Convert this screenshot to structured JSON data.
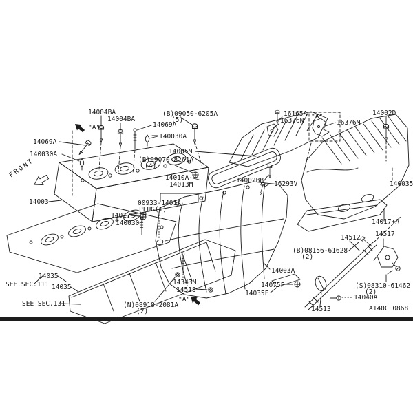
{
  "diagram": {
    "kind": "exploded-parts-view",
    "colors": {
      "line": "#1c1c1c",
      "background": "#ffffff"
    }
  },
  "labels": [
    {
      "name": "part-14004BA-a",
      "text": "14004BA"
    },
    {
      "name": "part-14004BA-b",
      "text": "14004BA"
    },
    {
      "name": "part-09050-6205A",
      "text": "(B)09050-6205A"
    },
    {
      "name": "qty-09050",
      "text": "(5)"
    },
    {
      "name": "part-16165A",
      "text": "16165A"
    },
    {
      "name": "part-16376N",
      "text": "16376N"
    },
    {
      "name": "part-16376M",
      "text": "16376M"
    },
    {
      "name": "part-14002D",
      "text": "14002D"
    },
    {
      "name": "detail-box-marker",
      "text": "\"A\""
    },
    {
      "name": "marker-a-top",
      "text": "\"A\""
    },
    {
      "name": "part-14069A-left",
      "text": "14069A"
    },
    {
      "name": "part-140030A-left",
      "text": "140030A"
    },
    {
      "name": "part-14069A-right",
      "text": "14069A"
    },
    {
      "name": "part-140030A-right",
      "text": "140030A"
    },
    {
      "name": "front-marker",
      "text": "FRONT"
    },
    {
      "name": "part-14003",
      "text": "14003"
    },
    {
      "name": "part-09070-8161A",
      "text": "(B)09070-8161A"
    },
    {
      "name": "qty-09070",
      "text": "(4)"
    },
    {
      "name": "part-14005M",
      "text": "14005M"
    },
    {
      "name": "part-14010A",
      "text": "14010A"
    },
    {
      "name": "part-14013M",
      "text": "14013M"
    },
    {
      "name": "part-00933-1401A",
      "text": "00933-1401A"
    },
    {
      "name": "part-00933-plug",
      "text": "PLUG(1)"
    },
    {
      "name": "part-14017",
      "text": "14017"
    },
    {
      "name": "part-140030",
      "text": "140030"
    },
    {
      "name": "part-14002BB",
      "text": "14002BB"
    },
    {
      "name": "part-16293V",
      "text": "16293V"
    },
    {
      "name": "part-140035",
      "text": "140035"
    },
    {
      "name": "part-14017A",
      "text": "14017+A"
    },
    {
      "name": "part-14517",
      "text": "14517"
    },
    {
      "name": "part-14512",
      "text": "14512"
    },
    {
      "name": "part-08156-61628",
      "text": "(B)08156-61628"
    },
    {
      "name": "qty-08156",
      "text": "(2)"
    },
    {
      "name": "part-14003A",
      "text": "14003A"
    },
    {
      "name": "part-14075F",
      "text": "14075F"
    },
    {
      "name": "part-14035F",
      "text": "14035F"
    },
    {
      "name": "part-14035-a",
      "text": "14035"
    },
    {
      "name": "see-sec-111",
      "text": "SEE SEC.111"
    },
    {
      "name": "part-14035-b",
      "text": "14035"
    },
    {
      "name": "see-sec-131",
      "text": "SEE SEC.131"
    },
    {
      "name": "part-14343M",
      "text": "14343M"
    },
    {
      "name": "part-14518",
      "text": "14518"
    },
    {
      "name": "marker-a-bottom",
      "text": "\"A\""
    },
    {
      "name": "part-08918-2081A",
      "text": "(N)08918-2081A"
    },
    {
      "name": "qty-08918",
      "text": "(2)"
    },
    {
      "name": "part-08310-61462",
      "text": "(S)08310-61462"
    },
    {
      "name": "qty-08310",
      "text": "(2)"
    },
    {
      "name": "part-14040A",
      "text": "14040A"
    },
    {
      "name": "part-14513",
      "text": "14513"
    },
    {
      "name": "diagram-code",
      "text": "A140C 0868"
    }
  ]
}
